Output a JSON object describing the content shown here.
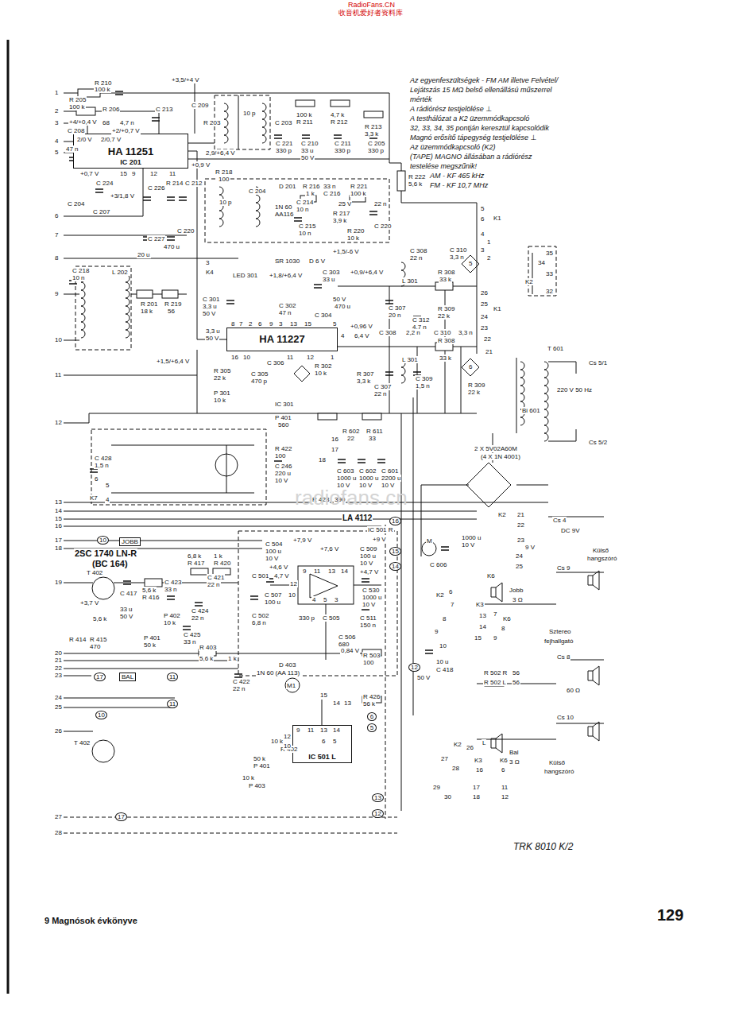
{
  "diagram": {
    "nodes": [
      {
        "text": [
          "HA 11251",
          "IC 201"
        ]
      },
      {
        "text": [
          "HA 11227"
        ]
      },
      {
        "text": [
          "IC 501 L"
        ]
      }
    ],
    "edges": [
      {
        "from": 0,
        "to": 1,
        "arrow": "none"
      }
    ],
    "labels": [
      "RadioFans.CN",
      "收音机爱好者资料库",
      "Az egyenfeszültségek - FM AM illetve Felvétel/",
      "Lejátszás 15 MΩ belső ellenállású műszerrel",
      "mérték",
      "A rádiórész testjelölése ⊥",
      "A testhálózat a K2 üzemmódkapcsoló",
      "32, 33, 34, 35 pontján keresztül kapcsolódik",
      "Magnó erősítő tápegység testjelölése ⊥",
      "Az üzemmódkapcsoló (K2)",
      "(TAPE) MAGNO állásában a rádiórész",
      "testelése megszűnik!",
      "AM - KF 465 kHz",
      "FM - KF 10,7 MHz",
      "1",
      "2",
      "3",
      "4",
      "5",
      "6",
      "7",
      "8",
      "9",
      "10",
      "11",
      "12",
      "13",
      "14",
      "15",
      "16",
      "17",
      "18",
      "19",
      "20",
      "21",
      "22",
      "23",
      "24",
      "25",
      "26",
      "27",
      "28",
      "R 210",
      "100 k",
      "R 205",
      "100 k",
      "+3,5/+4 V",
      "R 206",
      "+4/+0,4 V",
      "68",
      "4,7 n",
      "C 213",
      "C 208",
      "+2/+0,7 V",
      "47 n",
      "2/0 V",
      "2/0,7 V",
      "+0,7 V",
      "15",
      "9",
      "12",
      "11",
      "C 224",
      "+3/1,8 V",
      "C 207",
      "C 226",
      "R 214",
      "C 212",
      "C 204",
      "C 227",
      "C 220",
      "20 u",
      "470 u",
      "C 209",
      "R 203",
      "10 p",
      "C 203",
      "100 k",
      "R 211",
      "4,7 k",
      "R 212",
      "R 213",
      "3,3 k",
      "C 221",
      "330 p",
      "C 210",
      "33 u",
      "50 V",
      "C 211",
      "330 p",
      "C 205",
      "330 p",
      "2,9/+6,4 V",
      "R 218",
      "100",
      "+0,9 V",
      "R 222",
      "5,6 k",
      "C 204",
      "10 p",
      "D 201",
      "1N 60",
      "AA116",
      "R 216",
      "1 k",
      "33 n",
      "C 216",
      "R 221",
      "100 k",
      "C 214",
      "10 n",
      "25 V",
      "R 217",
      "3,9 k",
      "C 215",
      "10 n",
      "R 220",
      "10 k",
      "22 n",
      "C 220",
      "C 218",
      "10 n",
      "L 202",
      "R 201",
      "18 k",
      "R 219",
      "56",
      "+1,5/+6,4 V",
      "3",
      "K4",
      "SR 1030",
      "D 6 V",
      "LED 301",
      "+1,8/+6,4 V",
      "C 303",
      "33 u",
      "+1,5/-6 V",
      "+0,9/+6,4 V",
      "C 301",
      "3,3 u",
      "50 V",
      "C 302",
      "47 n",
      "50 V",
      "C 304",
      "470 u",
      "8",
      "7",
      "2",
      "6",
      "9",
      "3",
      "13",
      "15",
      "5",
      "3,3 u",
      "50 V",
      "4",
      "+0,96 V",
      "6,4 V",
      "16",
      "10",
      "11",
      "12",
      "1",
      "R 305",
      "22 k",
      "C 306",
      "C 305",
      "470 p",
      "R 302",
      "10 k",
      "P 301",
      "10 k",
      "R 307",
      "3,3 k",
      "IC 301",
      "C 308",
      "22 n",
      "C 310",
      "3,3 n",
      "L 301",
      "R 308",
      "33 k",
      "C 307",
      "20 n",
      "C 312",
      "4,7 n",
      "R 309",
      "22 k",
      "5",
      "C 308",
      "2,2 n",
      "C 310",
      "3,3 n",
      "L 301",
      "R 308",
      "33 k",
      "C 307",
      "22 n",
      "C 309",
      "1,5 n",
      "R 309",
      "22 k",
      "6",
      "5",
      "6",
      "K1",
      "4",
      "1",
      "3",
      "2",
      "35",
      "34",
      "33",
      "K2",
      "32",
      "26",
      "25",
      "K1",
      "24",
      "23",
      "22",
      "21",
      "T 601",
      "Cs 5/1",
      "220 V 50 Hz",
      "Bi 601",
      "Cs 5/2",
      "2 X 5V02A60M",
      "(4 X 1N 4001)",
      "R 602",
      "22",
      "R 611",
      "33",
      "C 603",
      "1000 u",
      "10 V",
      "C 602",
      "1000 u",
      "10 V",
      "C 601",
      "2200 u",
      "10 V",
      "C 428",
      "1,5 n",
      "6",
      "5",
      "K7",
      "4",
      "P 401",
      "560",
      "R 422",
      "100",
      "C 246",
      "220 u",
      "10 V",
      "16",
      "17",
      "18",
      "R 423",
      "390",
      "LA 4112",
      "IC 501 R",
      "16",
      "15",
      "14",
      "K2",
      "21",
      "22",
      "23",
      "24",
      "25",
      "K6",
      "Cs 4",
      "DC 9V",
      "9 V",
      "Külső",
      "hangszóró",
      "M",
      "C 606",
      "1000 u",
      "10 V",
      "Cs 9",
      "Jobb",
      "3 Ω",
      "K2",
      "6",
      "7",
      "K3",
      "13",
      "14",
      "7",
      "K6",
      "8",
      "8",
      "9",
      "15",
      "9",
      "10",
      "Sztereo",
      "fejhallgató",
      "Cs 8",
      "R 502 R",
      "56",
      "R 502 L",
      "56",
      "60 Ω",
      "Cs 10",
      "Külső",
      "hangszóró",
      "K2",
      "26",
      "L",
      "Bal",
      "3 Ω",
      "27",
      "28",
      "K3",
      "16",
      "K6",
      "6",
      "29",
      "30",
      "17",
      "18",
      "11",
      "12",
      "JOBB",
      "2SC 1740 LN-R",
      "(BC 164)",
      "T 402",
      "6,8 k",
      "R 417",
      "1 k",
      "R 420",
      "C 421",
      "22 n",
      "C 423",
      "33 n",
      "+3,7 V",
      "C 417",
      "5,6 k",
      "R 416",
      "33 u",
      "50 V",
      "5,6 k",
      "C 424",
      "22 n",
      "P 402",
      "10 k",
      "C 425",
      "33 n",
      "P 401",
      "50 k",
      "R 414",
      "R 415",
      "470",
      "R 403",
      "5,6 k",
      "1 k",
      "C 501",
      "C 502",
      "6,8 n",
      "C 504",
      "100 u",
      "10 V",
      "+7,9 V",
      "+7,6 V",
      "+9 V",
      "C 509",
      "100 u",
      "10 V",
      "+4,6 V",
      "4,7 V",
      "+4,7 V",
      "9",
      "11",
      "13",
      "14",
      "12",
      "10",
      "4",
      "5",
      "3",
      "C 507",
      "100 u",
      "C 505",
      "330 p",
      "C 506",
      "680",
      "C 530",
      "1000 u",
      "10 V",
      "C 511",
      "150 n",
      "0,84 V",
      "R 503",
      "100",
      "D 403",
      "1N 60 (AA 113)",
      "C 422",
      "22 n",
      "M1",
      "15",
      "14",
      "13",
      "R 426",
      "56 k",
      "10 u",
      "C 418",
      "50 V",
      "12",
      "BAL",
      "17",
      "11",
      "10",
      "11",
      "T 402",
      "10 k",
      "R 402",
      "50 k",
      "P 401",
      "10 k",
      "P 403",
      "9",
      "11",
      "13",
      "14",
      "12",
      "10",
      "6",
      "5",
      "6",
      "5",
      "13",
      "12",
      "17",
      "10",
      "radiofans.cn",
      "TRK 8010 K/2",
      "129",
      "9 Magnósok évkönyve"
    ]
  }
}
